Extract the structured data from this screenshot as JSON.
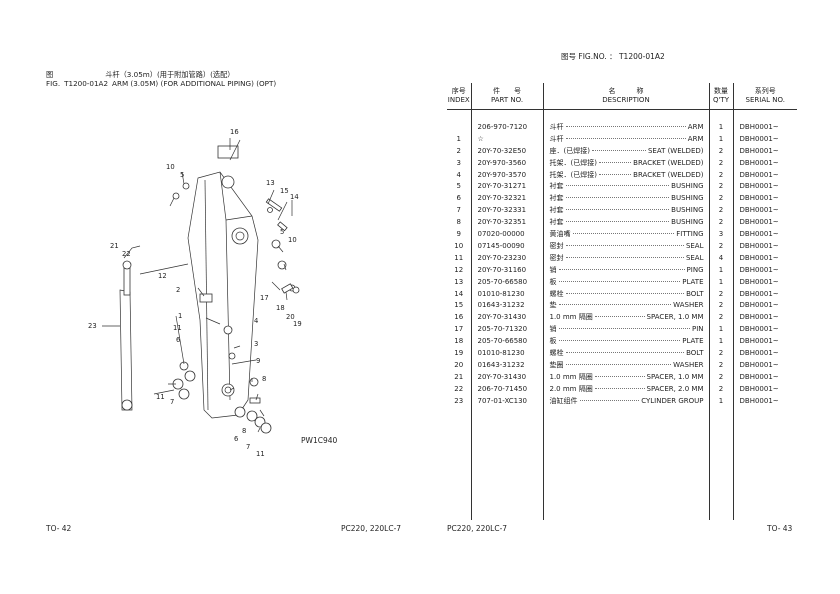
{
  "left_page": {
    "fig_label_cn": "图",
    "fig_label_en": "FIG.",
    "fig_no": "T1200-01A2",
    "title_cn": "斗杆（3.05m）(用于附加管路）(选配）",
    "title_en": "ARM (3.05M) (FOR ADDITIONAL PIPING) (OPT)",
    "diagram_code": "PW1C940",
    "callouts": [
      "16",
      "10",
      "5",
      "13",
      "15",
      "14",
      "5",
      "10",
      "21",
      "22",
      "23",
      "12",
      "2",
      "17",
      "18",
      "20",
      "19",
      "1",
      "11",
      "4",
      "6",
      "3",
      "9",
      "11",
      "7",
      "8",
      "6",
      "8",
      "7",
      "11"
    ],
    "footer_page": "TO- 42",
    "footer_model": "PC220, 220LC-7"
  },
  "right_page": {
    "fig_no_label": "图号 FIG.NO. ： T1200-01A2",
    "headers": {
      "index_cn": "序号",
      "index_en": "INDEX",
      "part_cn": "件　　号",
      "part_en": "PART NO.",
      "desc_cn": "名　　　称",
      "desc_en": "DESCRIPTION",
      "qty_cn": "数量",
      "qty_en": "Q'TY",
      "serial_cn": "系列号",
      "serial_en": "SERIAL NO."
    },
    "rows": [
      {
        "index": "",
        "part": "206-970-7120",
        "desc_cn": "斗杆",
        "desc_en": "ARM",
        "qty": "1",
        "serial": "DBH0001~"
      },
      {
        "index": "1",
        "part": "☆",
        "desc_cn": " 斗杆",
        "desc_en": "ARM",
        "qty": "1",
        "serial": "DBH0001~"
      },
      {
        "index": "2",
        "part": "20Y-70-32E50",
        "desc_cn": " 座．(已焊接)",
        "desc_en": "SEAT (WELDED)",
        "qty": "2",
        "serial": "DBH0001~"
      },
      {
        "index": "3",
        "part": "20Y-970-3560",
        "desc_cn": " 托架．(已焊接)",
        "desc_en": "BRACKET (WELDED)",
        "qty": "2",
        "serial": "DBH0001~"
      },
      {
        "index": "4",
        "part": "20Y-970-3570",
        "desc_cn": " 托架．(已焊接)",
        "desc_en": "BRACKET (WELDED)",
        "qty": "2",
        "serial": "DBH0001~"
      },
      {
        "index": "5",
        "part": "20Y-70-31271",
        "desc_cn": "衬套",
        "desc_en": "BUSHING",
        "qty": "2",
        "serial": "DBH0001~"
      },
      {
        "index": "6",
        "part": "20Y-70-32321",
        "desc_cn": "衬套",
        "desc_en": "BUSHING",
        "qty": "2",
        "serial": "DBH0001~"
      },
      {
        "index": "7",
        "part": "20Y-70-32331",
        "desc_cn": "衬套",
        "desc_en": "BUSHING",
        "qty": "2",
        "serial": "DBH0001~"
      },
      {
        "index": "8",
        "part": "20Y-70-32351",
        "desc_cn": "衬套",
        "desc_en": "BUSHING",
        "qty": "2",
        "serial": "DBH0001~"
      },
      {
        "index": "9",
        "part": "07020-00000",
        "desc_cn": "黄油嘴",
        "desc_en": "FITTING",
        "qty": "3",
        "serial": "DBH0001~"
      },
      {
        "index": "10",
        "part": "07145-00090",
        "desc_cn": "密封",
        "desc_en": "SEAL",
        "qty": "2",
        "serial": "DBH0001~"
      },
      {
        "index": "11",
        "part": "20Y-70-23230",
        "desc_cn": "密封",
        "desc_en": "SEAL",
        "qty": "4",
        "serial": "DBH0001~"
      },
      {
        "index": "12",
        "part": "20Y-70-31160",
        "desc_cn": "销",
        "desc_en": "PING",
        "qty": "1",
        "serial": "DBH0001~"
      },
      {
        "index": "13",
        "part": "205-70-66580",
        "desc_cn": "板",
        "desc_en": "PLATE",
        "qty": "1",
        "serial": "DBH0001~"
      },
      {
        "index": "14",
        "part": "01010-81230",
        "desc_cn": "螺栓",
        "desc_en": "BOLT",
        "qty": "2",
        "serial": "DBH0001~"
      },
      {
        "index": "15",
        "part": "01643-31232",
        "desc_cn": "垫",
        "desc_en": "WASHER",
        "qty": "2",
        "serial": "DBH0001~"
      },
      {
        "index": "16",
        "part": "20Y-70-31430",
        "desc_cn": "1.0 mm 隔圈",
        "desc_en": "SPACER, 1.0 MM",
        "qty": "2",
        "serial": "DBH0001~"
      },
      {
        "index": "17",
        "part": "205-70-71320",
        "desc_cn": "销",
        "desc_en": "PIN",
        "qty": "1",
        "serial": "DBH0001~"
      },
      {
        "index": "18",
        "part": "205-70-66580",
        "desc_cn": "板",
        "desc_en": "PLATE",
        "qty": "1",
        "serial": "DBH0001~"
      },
      {
        "index": "19",
        "part": "01010-81230",
        "desc_cn": "螺栓",
        "desc_en": "BOLT",
        "qty": "2",
        "serial": "DBH0001~"
      },
      {
        "index": "20",
        "part": "01643-31232",
        "desc_cn": "垫圈",
        "desc_en": "WASHER",
        "qty": "2",
        "serial": "DBH0001~"
      },
      {
        "index": "21",
        "part": "20Y-70-31430",
        "desc_cn": "1.0 mm 隔圈",
        "desc_en": "SPACER, 1.0 MM",
        "qty": "2",
        "serial": "DBH0001~"
      },
      {
        "index": "22",
        "part": "206-70-71450",
        "desc_cn": "2.0 mm 隔圈",
        "desc_en": "SPACER, 2.0 MM",
        "qty": "2",
        "serial": "DBH0001~"
      },
      {
        "index": "23",
        "part": "707-01-XC130",
        "desc_cn": "油缸组件",
        "desc_en": "CYLINDER GROUP",
        "qty": "1",
        "serial": "DBH0001~"
      }
    ],
    "footer_model": "PC220, 220LC-7",
    "footer_page": "TO- 43"
  }
}
